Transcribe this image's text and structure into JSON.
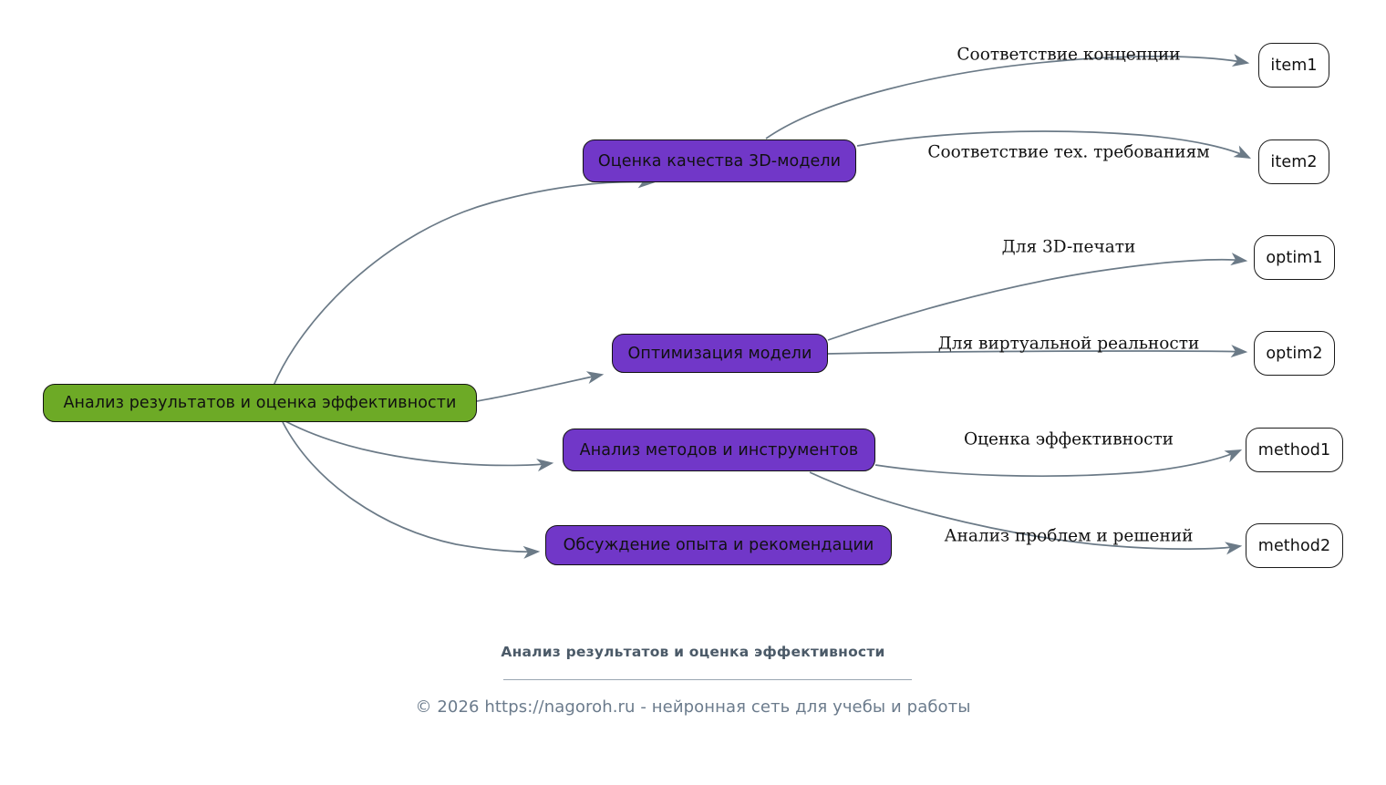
{
  "diagram": {
    "type": "mindmap",
    "title": "Анализ результатов и оценка эффективности",
    "root": {
      "id": "root",
      "label": "Анализ результатов и оценка эффективности",
      "color": "#6daa26"
    },
    "branches": [
      {
        "id": "quality",
        "label": "Оценка качества 3D-модели",
        "color": "#7137c8"
      },
      {
        "id": "optimization",
        "label": "Оптимизация модели",
        "color": "#7137c8"
      },
      {
        "id": "methods",
        "label": "Анализ методов и инструментов",
        "color": "#7137c8"
      },
      {
        "id": "experience",
        "label": "Обсуждение опыта и рекомендации",
        "color": "#7137c8"
      }
    ],
    "leaves": [
      {
        "id": "item1",
        "label": "item1",
        "color": "#ffffff"
      },
      {
        "id": "item2",
        "label": "item2",
        "color": "#ffffff"
      },
      {
        "id": "optim1",
        "label": "optim1",
        "color": "#ffffff"
      },
      {
        "id": "optim2",
        "label": "optim2",
        "color": "#ffffff"
      },
      {
        "id": "method1",
        "label": "method1",
        "color": "#ffffff"
      },
      {
        "id": "method2",
        "label": "method2",
        "color": "#ffffff"
      }
    ],
    "edge_labels": [
      {
        "id": "e-item1",
        "from": "quality",
        "to": "item1",
        "label": "Соответствие концепции"
      },
      {
        "id": "e-item2",
        "from": "quality",
        "to": "item2",
        "label": "Соответствие тех. требованиям"
      },
      {
        "id": "e-optim1",
        "from": "optimization",
        "to": "optim1",
        "label": "Для 3D-печати"
      },
      {
        "id": "e-optim2",
        "from": "optimization",
        "to": "optim2",
        "label": "Для виртуальной реальности"
      },
      {
        "id": "e-method1",
        "from": "methods",
        "to": "method1",
        "label": "Оценка эффективности"
      },
      {
        "id": "e-method2",
        "from": "methods",
        "to": "method2",
        "label": "Анализ проблем и решений"
      }
    ],
    "edge_color": "#6b7a87"
  },
  "footer": {
    "title": "Анализ результатов и оценка эффективности",
    "credit": "© 2026 https://nagoroh.ru - нейронная сеть для учебы и работы"
  }
}
